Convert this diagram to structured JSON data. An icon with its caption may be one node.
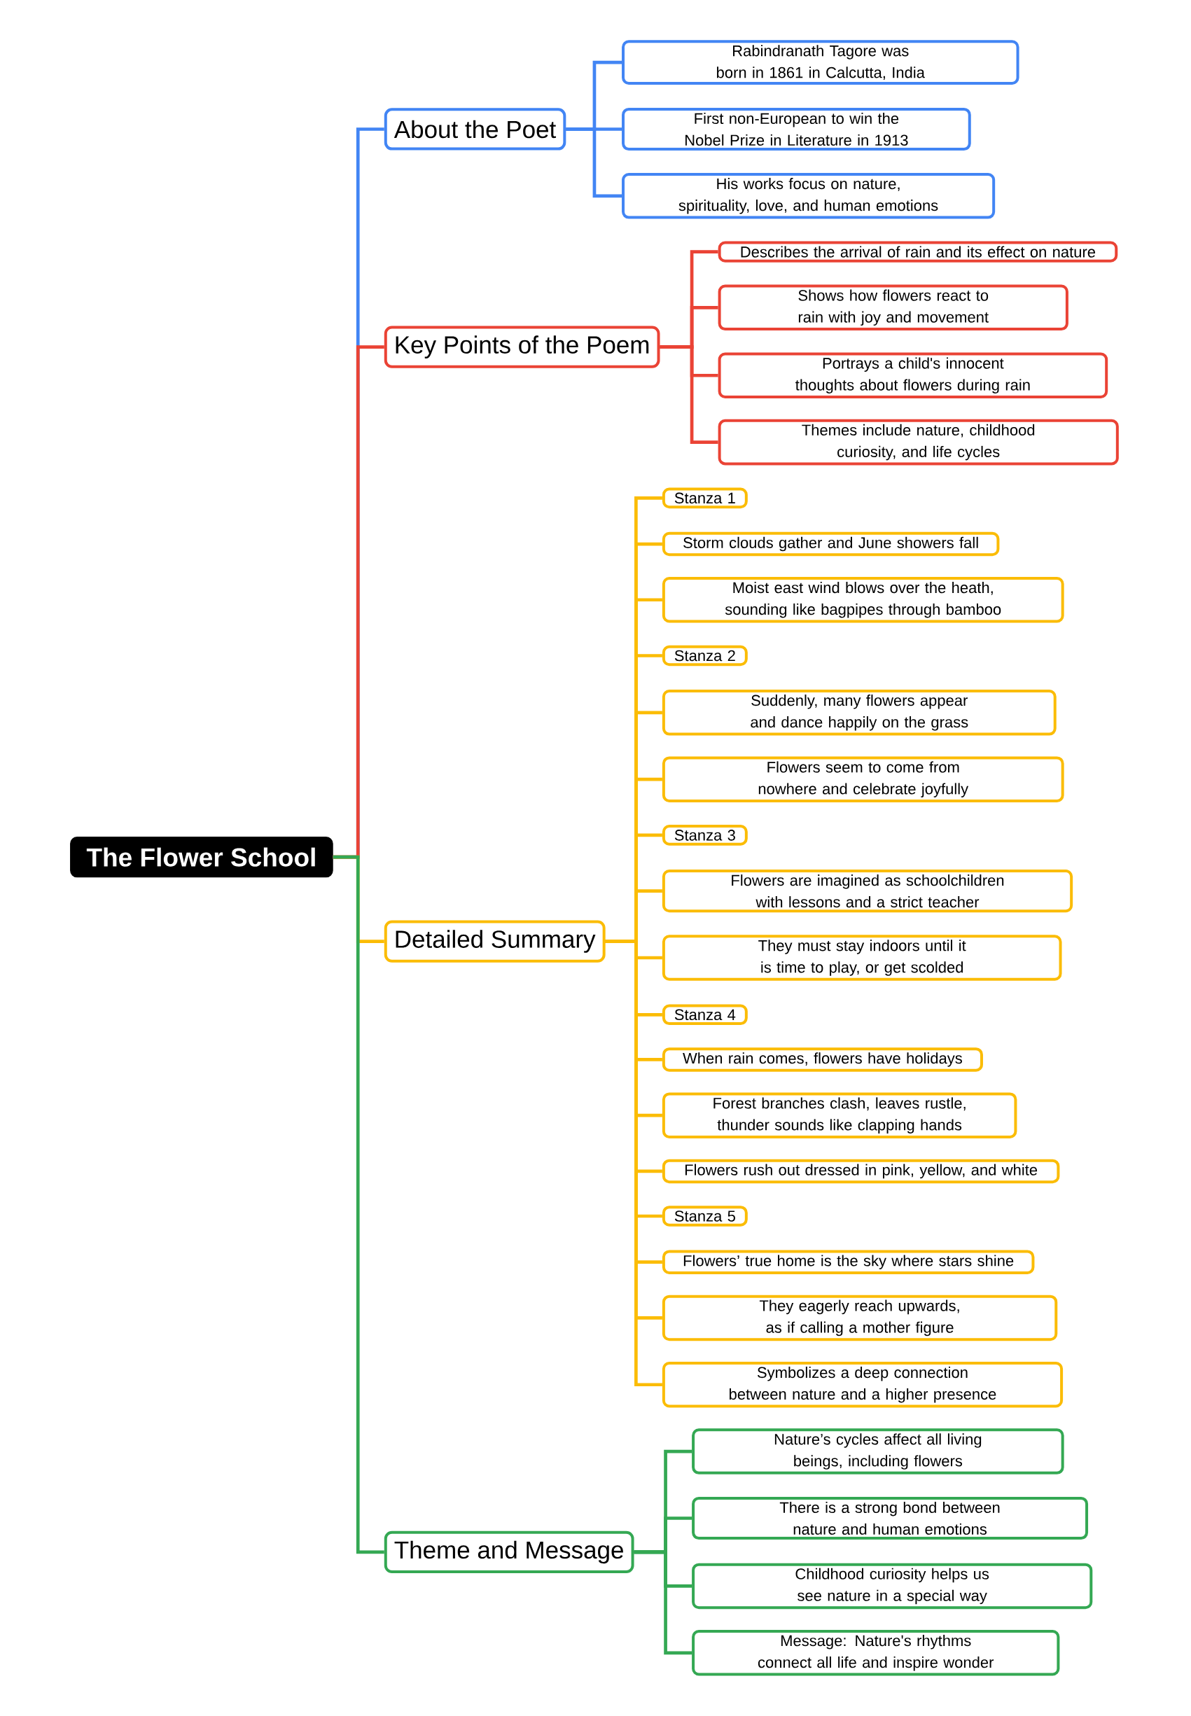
{
  "diagram": {
    "nodes": [
      {
        "text": [
          "The Flower School"
        ]
      },
      {
        "text": [
          "About the Poet"
        ]
      },
      {
        "text": [
          "Rabindranath Tagore was born in 1861 in Calcutta, India"
        ]
      },
      {
        "text": [
          "First non-European to win the Nobel Prize in Literature in 1913"
        ]
      },
      {
        "text": [
          "His works focus on nature, spirituality, love, and human emotions"
        ]
      },
      {
        "text": [
          "Key Points of the Poem"
        ]
      },
      {
        "text": [
          "Describes the arrival of rain and its effect on nature"
        ]
      },
      {
        "text": [
          "Shows how flowers react to rain with joy and movement"
        ]
      },
      {
        "text": [
          "Portrays a child's innocent thoughts about flowers during rain"
        ]
      },
      {
        "text": [
          "Themes include nature, childhood curiosity, and life cycles"
        ]
      },
      {
        "text": [
          "Detailed Summary"
        ]
      },
      {
        "text": [
          "Stanza 1"
        ]
      },
      {
        "text": [
          "Storm clouds gather and June showers fall"
        ]
      },
      {
        "text": [
          "Moist east wind blows over the heath, sounding like bagpipes through bamboo"
        ]
      },
      {
        "text": [
          "Stanza 2"
        ]
      },
      {
        "text": [
          "Suddenly, many flowers appear and dance happily on the grass"
        ]
      },
      {
        "text": [
          "Flowers seem to come from nowhere and celebrate joyfully"
        ]
      },
      {
        "text": [
          "Stanza 3"
        ]
      },
      {
        "text": [
          "Flowers are imagined as schoolchildren with lessons and a strict teacher"
        ]
      },
      {
        "text": [
          "They must stay indoors until it is time to play, or get scolded"
        ]
      },
      {
        "text": [
          "Stanza 4"
        ]
      },
      {
        "text": [
          "When rain comes, flowers have holidays"
        ]
      },
      {
        "text": [
          "Forest branches clash, leaves rustle, thunder sounds like clapping hands"
        ]
      },
      {
        "text": [
          "Flowers rush out dressed in pink, yellow, and white"
        ]
      },
      {
        "text": [
          "Stanza 5"
        ]
      },
      {
        "text": [
          "Flowers’ true home is the sky where stars shine"
        ]
      },
      {
        "text": [
          "They eagerly reach upwards, as if calling a mother figure"
        ]
      },
      {
        "text": [
          "Symbolizes a deep connection between nature and a higher presence"
        ]
      },
      {
        "text": [
          "Theme and Message"
        ]
      },
      {
        "text": [
          "Nature’s cycles affect all living beings, including flowers"
        ]
      },
      {
        "text": [
          "There is a strong bond between nature and human emotions"
        ]
      },
      {
        "text": [
          "Childhood curiosity helps us see nature in a special way"
        ]
      },
      {
        "text": [
          "Message: Nature's rhythms connect all life and inspire wonder"
        ]
      }
    ],
    "edges": [
      {
        "from": 0,
        "to": 1,
        "arrow": "none",
        "color": "#4285f4"
      },
      {
        "from": 0,
        "to": 5,
        "arrow": "none",
        "color": "#ea4335"
      },
      {
        "from": 0,
        "to": 10,
        "arrow": "none"
      },
      {
        "from": 0,
        "to": 28,
        "arrow": "none",
        "color": "#34a853"
      },
      {
        "from": 1,
        "to": 2,
        "arrow": "none",
        "color": "#4285f4"
      },
      {
        "from": 1,
        "to": 3,
        "arrow": "none",
        "color": "#4285f4"
      },
      {
        "from": 1,
        "to": 4,
        "arrow": "none",
        "color": "#4285f4"
      },
      {
        "from": 5,
        "to": 6,
        "arrow": "none",
        "color": "#ea4335"
      },
      {
        "from": 5,
        "to": 7,
        "arrow": "none",
        "color": "#ea4335"
      },
      {
        "from": 5,
        "to": 8,
        "arrow": "none",
        "color": "#ea4335"
      },
      {
        "from": 5,
        "to": 9,
        "arrow": "none",
        "color": "#ea4335"
      },
      {
        "from": 10,
        "to": 11,
        "arrow": "none"
      },
      {
        "from": 10,
        "to": 12,
        "arrow": "none"
      },
      {
        "from": 10,
        "to": 13,
        "arrow": "none"
      },
      {
        "from": 10,
        "to": 14,
        "arrow": "none"
      },
      {
        "from": 10,
        "to": 15,
        "arrow": "none"
      },
      {
        "from": 10,
        "to": 16,
        "arrow": "none"
      },
      {
        "from": 10,
        "to": 17,
        "arrow": "none"
      },
      {
        "from": 10,
        "to": 18,
        "arrow": "none"
      },
      {
        "from": 10,
        "to": 19,
        "arrow": "none"
      },
      {
        "from": 10,
        "to": 20,
        "arrow": "none"
      },
      {
        "from": 10,
        "to": 21,
        "arrow": "none"
      },
      {
        "from": 10,
        "to": 22,
        "arrow": "none"
      },
      {
        "from": 10,
        "to": 23,
        "arrow": "none"
      },
      {
        "from": 10,
        "to": 24,
        "arrow": "none"
      },
      {
        "from": 10,
        "to": 25,
        "arrow": "none"
      },
      {
        "from": 10,
        "to": 26,
        "arrow": "none"
      },
      {
        "from": 10,
        "to": 27,
        "arrow": "none"
      },
      {
        "from": 28,
        "to": 29,
        "arrow": "none",
        "color": "#34a853"
      },
      {
        "from": 28,
        "to": 30,
        "arrow": "none",
        "color": "#34a853"
      },
      {
        "from": 28,
        "to": 31,
        "arrow": "none",
        "color": "#34a853"
      },
      {
        "from": 28,
        "to": 32,
        "arrow": "none",
        "color": "#34a853"
      }
    ]
  }
}
